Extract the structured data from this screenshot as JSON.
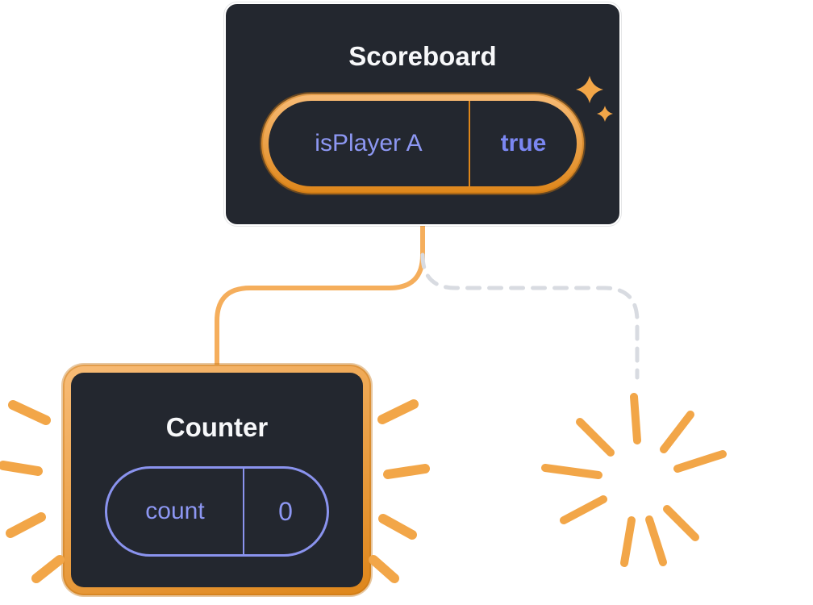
{
  "diagram": {
    "kind": "component-state-tree",
    "background": "#FFFFFF"
  },
  "colors": {
    "card_background": "#23272F",
    "card_border": "#FFFFFF",
    "highlight_orange_dark": "#DE861A",
    "highlight_orange_light": "#F8BC77",
    "ray_orange": "#F2A648",
    "connector_solid": "#F5AE5C",
    "connector_dashed": "#D8DBE1",
    "state_purple": "#8D97F3",
    "state_value_purple": "#7B87F2",
    "pill_border_purple": "#8A93EE",
    "title_text": "#F7F8FA"
  },
  "scoreboard": {
    "title": "Scoreboard",
    "state": {
      "key": "isPlayer A",
      "value": "true"
    }
  },
  "counter": {
    "title": "Counter",
    "state": {
      "key": "count",
      "value": "0"
    }
  },
  "icons": {
    "sparkles_icon": "✦",
    "poof_burst_icon": "✺",
    "emphasis_rays_icon": "radiating dashes"
  }
}
